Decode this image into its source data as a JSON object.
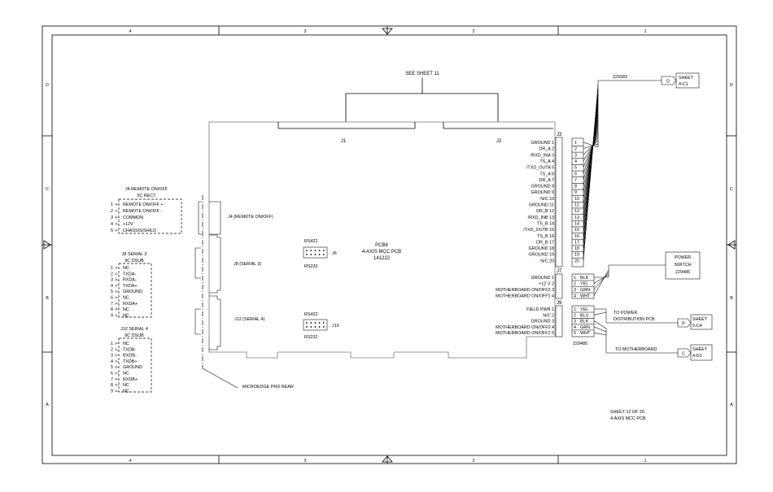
{
  "frame": {
    "zones_top": [
      "4",
      "3",
      "2",
      "1"
    ],
    "zones_bottom": [
      "4",
      "3",
      "2",
      "1"
    ],
    "rows_left": [
      "D",
      "C",
      "B",
      "A"
    ],
    "rows_right": [
      "D",
      "C",
      "B",
      "A"
    ]
  },
  "see_sheet": "SEE SHEET 11",
  "connectors": {
    "j1": "J1",
    "j2": "J2",
    "j3": "J3",
    "j7": "J7",
    "j9": "J9"
  },
  "board": {
    "line1": "PCB8",
    "line2": "4-AXIS MCC PCB",
    "line3": "141222",
    "j4_label": "J4 (REMOTE ON/OFF)",
    "j8_label": "J8 (SERIAL 3)",
    "j12_label": "J12 (SERIAL 4)",
    "j6": {
      "top": "RS422",
      "name": "J6",
      "bottom": "RS232"
    },
    "j10": {
      "top": "RS422",
      "name": "J10",
      "bottom": "RS232"
    },
    "rear_label": "MICROEDGE PRO REAR"
  },
  "j3_pins": [
    {
      "name": "GROUND",
      "num": "1"
    },
    {
      "name": "DR_A",
      "num": "2"
    },
    {
      "name": "/RXD_INA",
      "num": "3"
    },
    {
      "name": "TS_A",
      "num": "4"
    },
    {
      "name": "/TXD_OUTA",
      "num": "5"
    },
    {
      "name": "TS_A",
      "num": "6"
    },
    {
      "name": "DR_A",
      "num": "7"
    },
    {
      "name": "GROUND",
      "num": "8"
    },
    {
      "name": "GROUND",
      "num": "9"
    },
    {
      "name": "N/C",
      "num": "10"
    },
    {
      "name": "GROUND",
      "num": "11"
    },
    {
      "name": "DR_B",
      "num": "12"
    },
    {
      "name": "/RXD_INB",
      "num": "13"
    },
    {
      "name": "TS_B",
      "num": "14"
    },
    {
      "name": "/TXD_OUTB",
      "num": "15"
    },
    {
      "name": "TS_B",
      "num": "16"
    },
    {
      "name": "DR_B",
      "num": "17"
    },
    {
      "name": "GROUND",
      "num": "18"
    },
    {
      "name": "GROUND",
      "num": "19"
    },
    {
      "name": "N/C",
      "num": "20"
    }
  ],
  "j3_cable": [
    "1",
    "2",
    "3",
    "4",
    "5",
    "6",
    "7",
    "8",
    "9",
    "10",
    "11",
    "12",
    "13",
    "14",
    "15",
    "16",
    "17",
    "18",
    "19",
    "20"
  ],
  "j7_pins": [
    {
      "name": "GROUND",
      "num": "1"
    },
    {
      "name": "+12 V",
      "num": "2"
    },
    {
      "name": "MOTHERBOARD ON/OFF2",
      "num": "3"
    },
    {
      "name": "MOTHERBOARD ON/OFF1",
      "num": "4"
    }
  ],
  "j7_cable": [
    {
      "num": "1",
      "color": "BLK"
    },
    {
      "num": "2",
      "color": "YEL"
    },
    {
      "num": "3",
      "color": "GRN"
    },
    {
      "num": "4",
      "color": "WHT"
    }
  ],
  "j9_pins": [
    {
      "name": "FIELD PWR",
      "num": "1"
    },
    {
      "name": "N/C",
      "num": "2"
    },
    {
      "name": "GROUND",
      "num": "3"
    },
    {
      "name": "MOTHERBOARD ON/OFF2",
      "num": "4"
    },
    {
      "name": "MOTHERBOARD ON/OFF1",
      "num": "5"
    }
  ],
  "j9_cable": [
    {
      "num": "1",
      "color": "YEL"
    },
    {
      "num": "2",
      "color": "BLU"
    },
    {
      "num": "3",
      "color": "BLK"
    },
    {
      "num": "4",
      "color": "GRN"
    },
    {
      "num": "5",
      "color": "WHT"
    }
  ],
  "cable_229283": "229283",
  "cable_229485": "229485",
  "ref_d": {
    "letter": "D",
    "line1": "SHEET",
    "line2": "4-C1"
  },
  "ref_p": {
    "letter": "P",
    "line1": "SHEET",
    "line2": "5-C4"
  },
  "ref_c": {
    "letter": "C",
    "line1": "SHEET",
    "line2": "4-D1"
  },
  "power_switch": {
    "line1": "POWER",
    "line2": "SWITCH",
    "line3": "229486"
  },
  "to_power": {
    "line1": "TO POWER",
    "line2": "DISTRIBUTION PCB"
  },
  "to_motherboard": "TO MOTHERBOARD",
  "j4_conn": {
    "title": "J4 REMOTE ON/OFF",
    "sub": "5C RECT",
    "pins": [
      {
        "num": "1",
        "name": "REMOTE ON/OFF +"
      },
      {
        "num": "2",
        "name": "REMOTE ON/OFF -"
      },
      {
        "num": "3",
        "name": "COMMON"
      },
      {
        "num": "4",
        "name": "+12V"
      },
      {
        "num": "5",
        "name": "CHASSIS/SHILD"
      }
    ]
  },
  "j8_conn": {
    "title": "J8 SERIAL 3",
    "sub": "9C DSUB",
    "pins": [
      {
        "num": "1",
        "name": "NC"
      },
      {
        "num": "2",
        "name": "TXDA-"
      },
      {
        "num": "3",
        "name": "RXDA-"
      },
      {
        "num": "4",
        "name": "TXDA+"
      },
      {
        "num": "5",
        "name": "GROUND"
      },
      {
        "num": "6",
        "name": "NC"
      },
      {
        "num": "7",
        "name": "RXDA+"
      },
      {
        "num": "8",
        "name": "NC"
      },
      {
        "num": "9",
        "name": "NC"
      }
    ]
  },
  "j12_conn": {
    "title": "J12 SERIAL 4",
    "sub": "9C DSUB",
    "pins": [
      {
        "num": "1",
        "name": "NC"
      },
      {
        "num": "2",
        "name": "TXDB-"
      },
      {
        "num": "3",
        "name": "RXDB-"
      },
      {
        "num": "4",
        "name": "TXDB+"
      },
      {
        "num": "5",
        "name": "GROUND"
      },
      {
        "num": "6",
        "name": "NC"
      },
      {
        "num": "7",
        "name": "RXDB+"
      },
      {
        "num": "8",
        "name": "NC"
      },
      {
        "num": "9",
        "name": "NC"
      }
    ]
  },
  "sheet_info": {
    "line1": "SHEET 12 OF 20",
    "line2": "4-AXIS MCC PCB"
  }
}
